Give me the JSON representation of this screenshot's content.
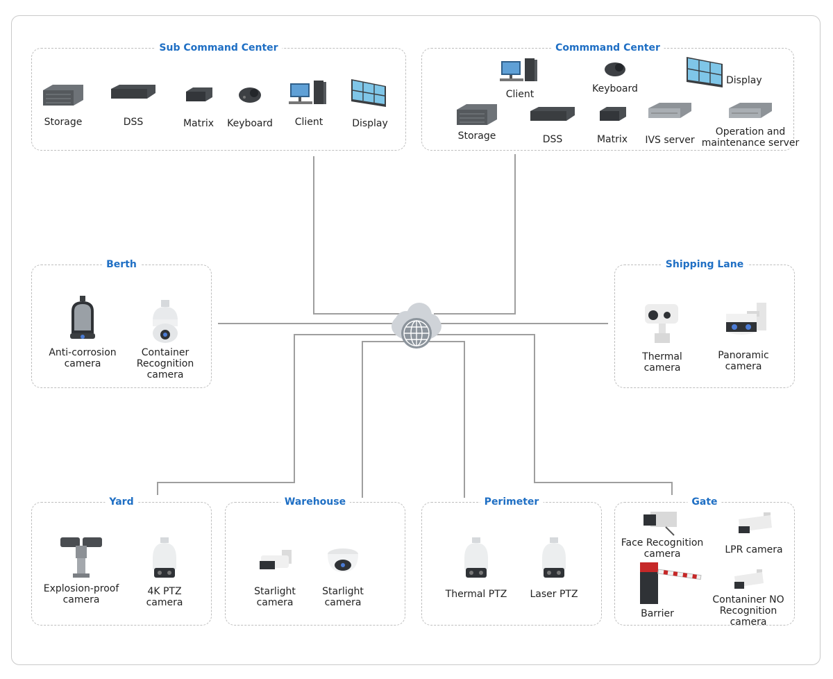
{
  "groups": {
    "sub_command_center": {
      "title": "Sub Command Center",
      "devices": [
        "Storage",
        "DSS",
        "Matrix",
        "Keyboard",
        "Client",
        "Display"
      ]
    },
    "command_center": {
      "title": "Commmand Center",
      "devices": [
        "Client",
        "Keyboard",
        "Display",
        "Storage",
        "DSS",
        "Matrix",
        "IVS server",
        "Operation and\nmaintenance server"
      ]
    },
    "berth": {
      "title": "Berth",
      "devices": [
        "Anti-corrosion\ncamera",
        "Container\nRecognition\ncamera"
      ]
    },
    "shipping_lane": {
      "title": "Shipping Lane",
      "devices": [
        "Thermal\ncamera",
        "Panoramic\ncamera"
      ]
    },
    "yard": {
      "title": "Yard",
      "devices": [
        "Explosion-proof\ncamera",
        "4K PTZ\ncamera"
      ]
    },
    "warehouse": {
      "title": "Warehouse",
      "devices": [
        "Starlight\ncamera",
        "Starlight\ncamera"
      ]
    },
    "perimeter": {
      "title": "Perimeter",
      "devices": [
        "Thermal PTZ",
        "Laser PTZ"
      ]
    },
    "gate": {
      "title": "Gate",
      "devices": [
        "Face Recognition\ncamera",
        "LPR camera",
        "Barrier",
        "Contaniner NO\nRecognition\ncamera"
      ]
    }
  },
  "colors": {
    "title_blue": "#1f6fc4",
    "line_gray": "#9e9e9e",
    "dash_gray": "#bdbdbd"
  },
  "icons": {
    "hub": "globe-cloud-icon"
  }
}
